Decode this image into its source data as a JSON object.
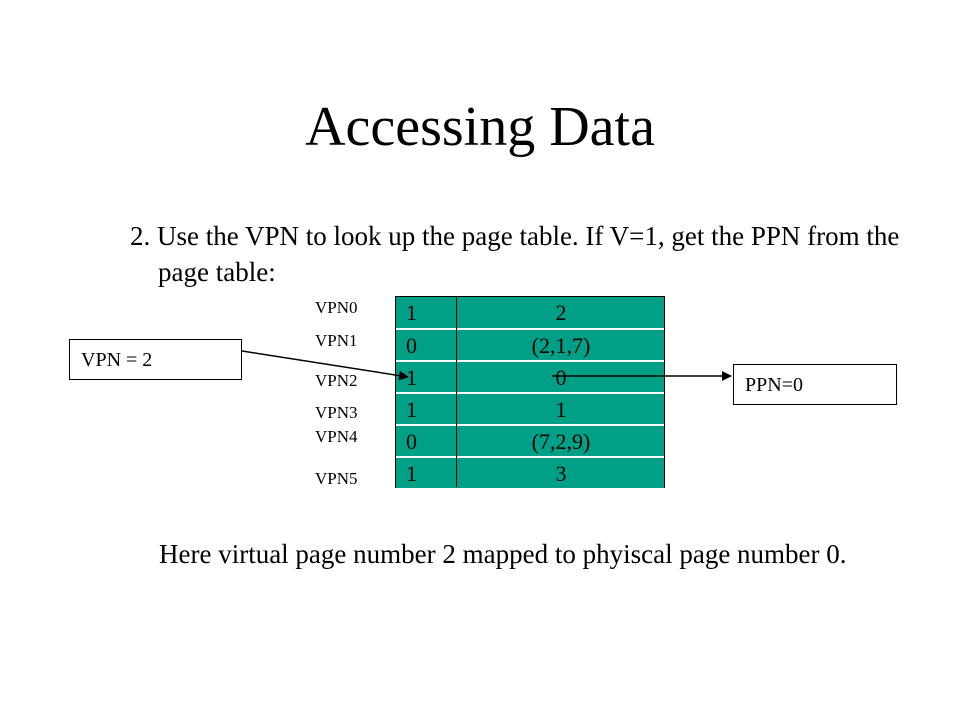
{
  "slide": {
    "title": "Accessing Data",
    "step_text": "2. Use the VPN to look up the page table. If V=1, get the PPN from the page table:",
    "conclusion": "Here virtual page number 2 mapped to phyiscal page number 0."
  },
  "page_table": {
    "rows": [
      {
        "label": "VPN0",
        "valid": "1",
        "ppn": "2"
      },
      {
        "label": "VPN1",
        "valid": "0",
        "ppn": "(2,1,7)"
      },
      {
        "label": "VPN2",
        "valid": "1",
        "ppn": "0"
      },
      {
        "label": "VPN3",
        "valid": "1",
        "ppn": "1"
      },
      {
        "label": "VPN4",
        "valid": "0",
        "ppn": "(7,2,9)"
      },
      {
        "label": "VPN5",
        "valid": "1",
        "ppn": "3"
      }
    ],
    "fill_color": "#00a087"
  },
  "input_box": {
    "text": "VPN = 2"
  },
  "output_box": {
    "text": "PPN=0"
  }
}
